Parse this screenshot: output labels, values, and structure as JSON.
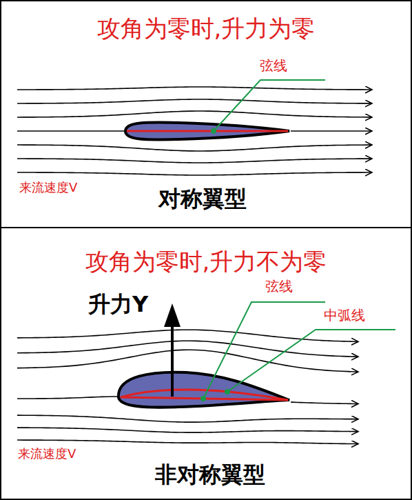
{
  "diagram": {
    "nodes": [
      {
        "text": [
          "攻角为零时,升力为零",
          "弦线",
          "来流速度V",
          "对称翼型"
        ]
      },
      {
        "text": [
          "攻角为零时,升力不为零",
          "升力Y",
          "弦线",
          "中弧线",
          "来流速度V",
          "非对称翼型"
        ]
      }
    ]
  }
}
